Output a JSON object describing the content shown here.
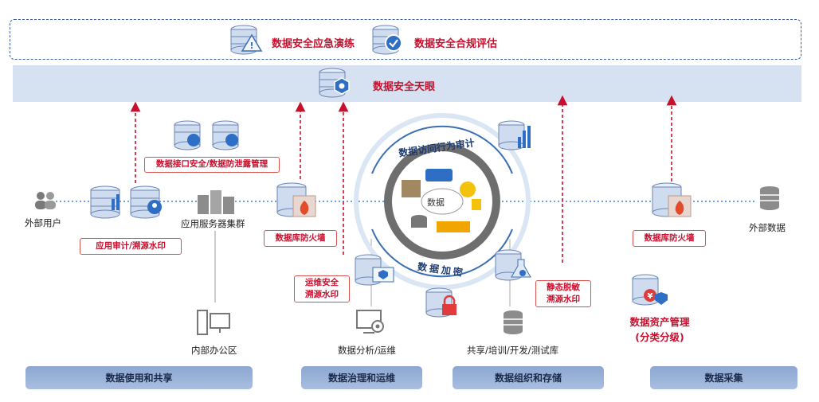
{
  "top": {
    "drill": "数据安全应急演练",
    "compliance": "数据安全合规评估",
    "sky_eye": "数据安全天眼"
  },
  "labels": {
    "external_user": "外部用户",
    "app_servers": "应用服务器集群",
    "internal_office": "内部办公区",
    "analysis_ops": "数据分析/运维",
    "shared_dbs": "共享/培训/开发/测试库",
    "external_data": "外部数据",
    "asset_mgmt_line1": "数据资产管理",
    "asset_mgmt_line2": "(分类分级)"
  },
  "boxes": {
    "api_security": "数据接口安全/数据防泄露管理",
    "app_audit": "应用审计/溯源水印",
    "db_firewall_left": "数据库防火墙",
    "db_firewall_right": "数据库防火墙",
    "ops_security_line1": "运维安全",
    "ops_security_line2": "溯源水印",
    "static_mask_line1": "静态脱敏",
    "static_mask_line2": "溯源水印"
  },
  "ring": {
    "top_text": "数据访问行为审计",
    "bottom_text": "数据加密",
    "center": "数据"
  },
  "footer": {
    "use_share": "数据使用和共享",
    "governance": "数据治理和运维",
    "organize_store": "数据组织和存储",
    "collection": "数据采集"
  },
  "colors": {
    "accent_red": "#c8102e",
    "accent_blue": "#3a6fb5",
    "band": "#d6e2f1"
  }
}
